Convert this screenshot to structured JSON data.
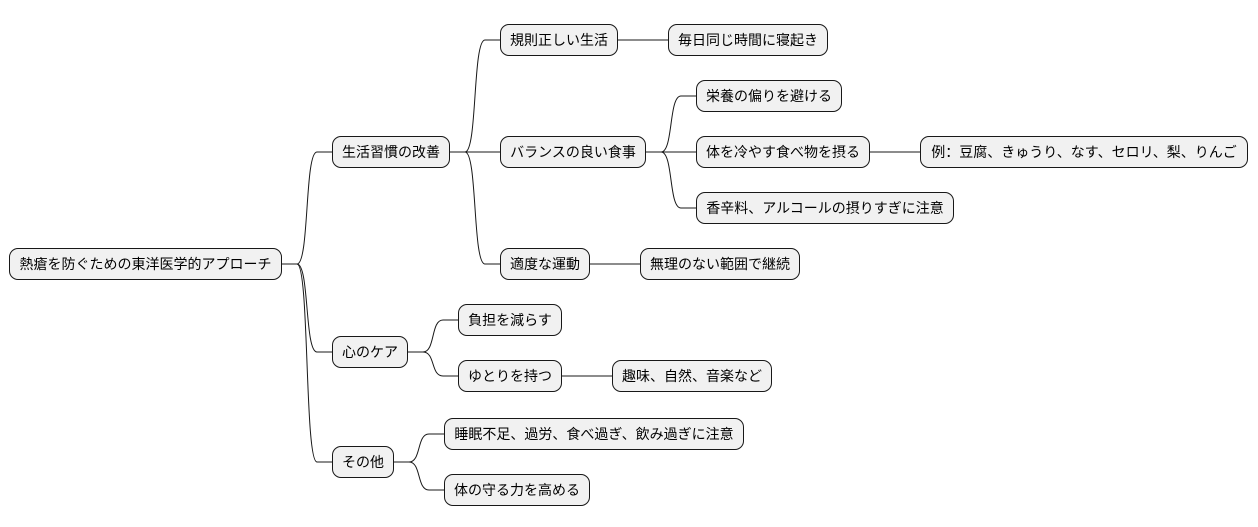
{
  "root": {
    "label": "熱瘡を防ぐための東洋医学的アプローチ"
  },
  "branches": [
    {
      "label": "生活習慣の改善",
      "children": [
        {
          "label": "規則正しい生活",
          "children": [
            {
              "label": "毎日同じ時間に寝起き"
            }
          ]
        },
        {
          "label": "バランスの良い食事",
          "children": [
            {
              "label": "栄養の偏りを避ける"
            },
            {
              "label": "体を冷やす食べ物を摂る",
              "children": [
                {
                  "label": "例：豆腐、きゅうり、なす、セロリ、梨、りんご"
                }
              ]
            },
            {
              "label": "香辛料、アルコールの摂りすぎに注意"
            }
          ]
        },
        {
          "label": "適度な運動",
          "children": [
            {
              "label": "無理のない範囲で継続"
            }
          ]
        }
      ]
    },
    {
      "label": "心のケア",
      "children": [
        {
          "label": "負担を減らす"
        },
        {
          "label": "ゆとりを持つ",
          "children": [
            {
              "label": "趣味、自然、音楽など"
            }
          ]
        }
      ]
    },
    {
      "label": "その他",
      "children": [
        {
          "label": "睡眠不足、過労、食べ過ぎ、飲み過ぎに注意"
        },
        {
          "label": "体の守る力を高める"
        }
      ]
    }
  ]
}
